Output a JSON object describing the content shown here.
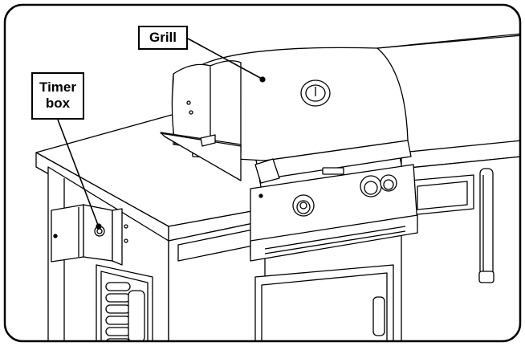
{
  "labels": {
    "grill": "Grill",
    "timer_line1": "Timer",
    "timer_line2": "box"
  },
  "colors": {
    "line": "#000000",
    "fill": "#ffffff",
    "frame": "#000000"
  }
}
